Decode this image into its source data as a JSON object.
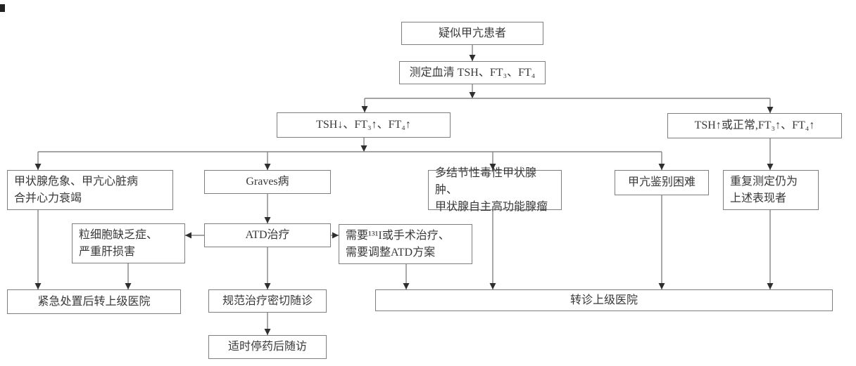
{
  "diagram": {
    "title": "疑似甲亢患者诊治转诊流程图",
    "colors": {
      "border": "#7e7e7e",
      "line": "#868686",
      "arrow": "#2f2f2f",
      "text": "#383838",
      "background": "#ffffff"
    },
    "nodes": {
      "suspected": "疑似甲亢患者",
      "measure": "测定血清 TSH、FT₃、FT₄",
      "tsh_low": "TSH↓、FT₃↑、FT₄↑",
      "tsh_high_or_normal": "TSH↑或正常,FT₃↑、FT₄↑",
      "crisis": "甲状腺危象、甲亢心脏病\n合并心力衰竭",
      "graves": "Graves病",
      "nodular": "多结节性毒性甲状腺肿、\n甲状腺自主高功能腺瘤",
      "hard_to_differentiate": "甲亢鉴别困难",
      "repeat_same": "重复测定仍为\n上述表现者",
      "agranulocytosis": "粒细胞缺乏症、\n严重肝损害",
      "atd": "ATD治疗",
      "need_i131": "需要¹³¹I或手术治疗、\n需要调整ATD方案",
      "emergency_refer": "紧急处置后转上级医院",
      "standard_followup": "规范治疗密切随诊",
      "refer_superior": "转诊上级医院",
      "withdraw_followup": "适时停药后随访"
    }
  }
}
